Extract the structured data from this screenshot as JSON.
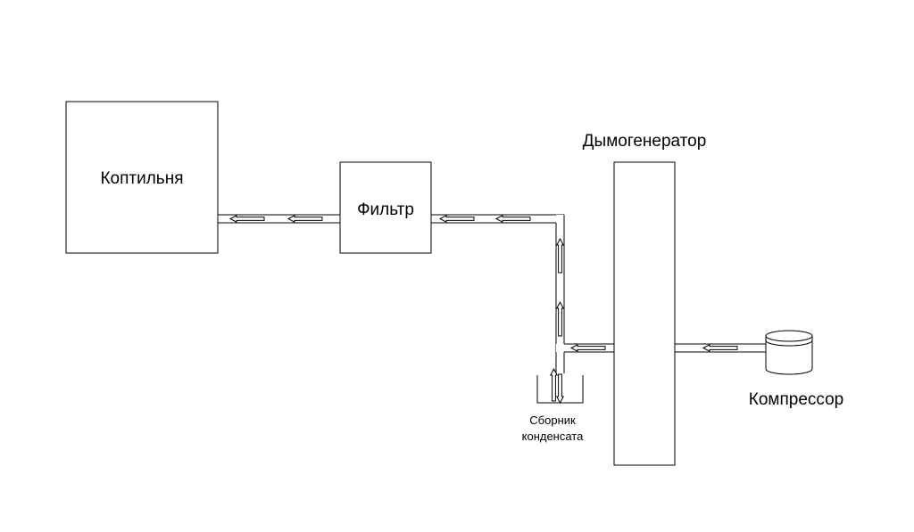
{
  "nodes": {
    "smokehouse": {
      "label": "Коптильня"
    },
    "filter": {
      "label": "Фильтр"
    },
    "smoke_generator": {
      "label": "Дымогенератор"
    },
    "compressor": {
      "label": "Компрессор"
    },
    "condensate_collector": {
      "label_line1": "Сборник",
      "label_line2": "конденсата"
    }
  }
}
